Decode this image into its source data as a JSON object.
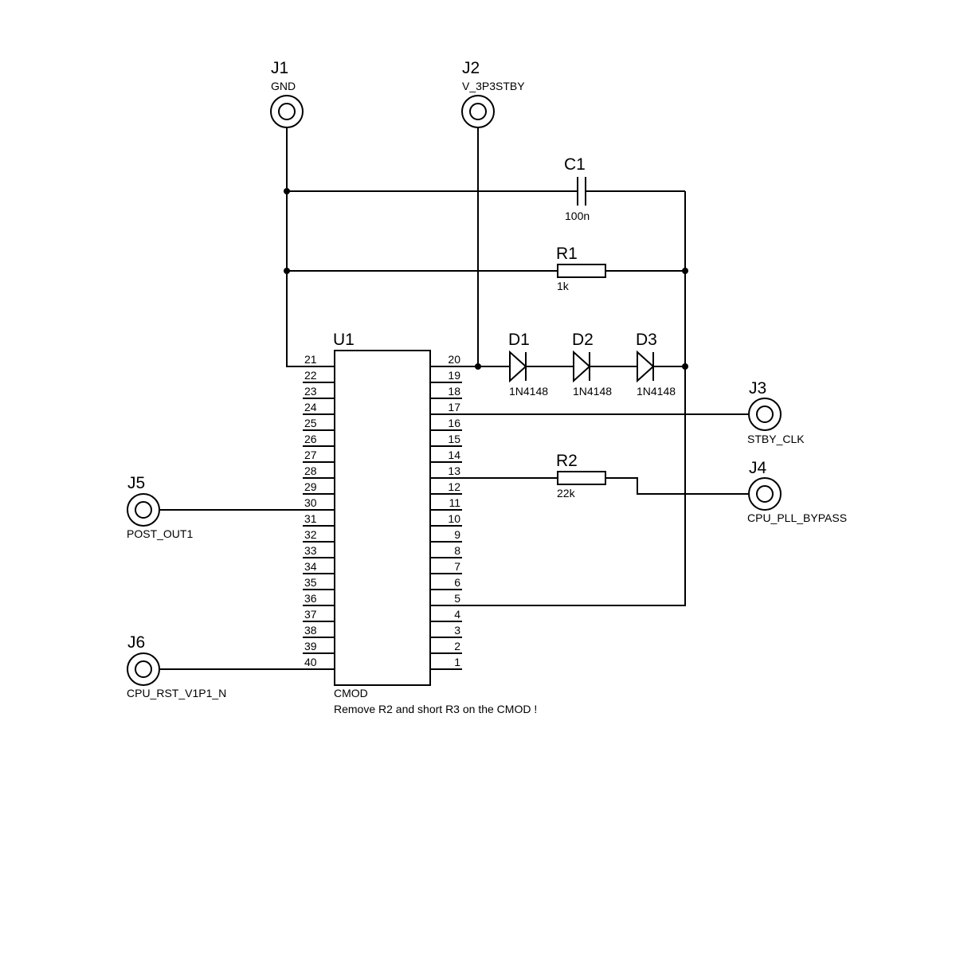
{
  "connectors": [
    {
      "ref": "J1",
      "net": "GND"
    },
    {
      "ref": "J2",
      "net": "V_3P3STBY"
    },
    {
      "ref": "J3",
      "net": "STBY_CLK"
    },
    {
      "ref": "J4",
      "net": "CPU_PLL_BYPASS"
    },
    {
      "ref": "J5",
      "net": "POST_OUT1"
    },
    {
      "ref": "J6",
      "net": "CPU_RST_V1P1_N"
    }
  ],
  "capacitor": {
    "ref": "C1",
    "value": "100n"
  },
  "resistors": [
    {
      "ref": "R1",
      "value": "1k"
    },
    {
      "ref": "R2",
      "value": "22k"
    }
  ],
  "diodes": [
    {
      "ref": "D1",
      "value": "1N4148"
    },
    {
      "ref": "D2",
      "value": "1N4148"
    },
    {
      "ref": "D3",
      "value": "1N4148"
    }
  ],
  "chip": {
    "ref": "U1",
    "value": "CMOD",
    "note": "Remove R2 and short R3 on the CMOD !",
    "left_pins": [
      "21",
      "22",
      "23",
      "24",
      "25",
      "26",
      "27",
      "28",
      "29",
      "30",
      "31",
      "32",
      "33",
      "34",
      "35",
      "36",
      "37",
      "38",
      "39",
      "40"
    ],
    "right_pins": [
      "20",
      "19",
      "18",
      "17",
      "16",
      "15",
      "14",
      "13",
      "12",
      "11",
      "10",
      "9",
      "8",
      "7",
      "6",
      "5",
      "4",
      "3",
      "2",
      "1"
    ]
  }
}
